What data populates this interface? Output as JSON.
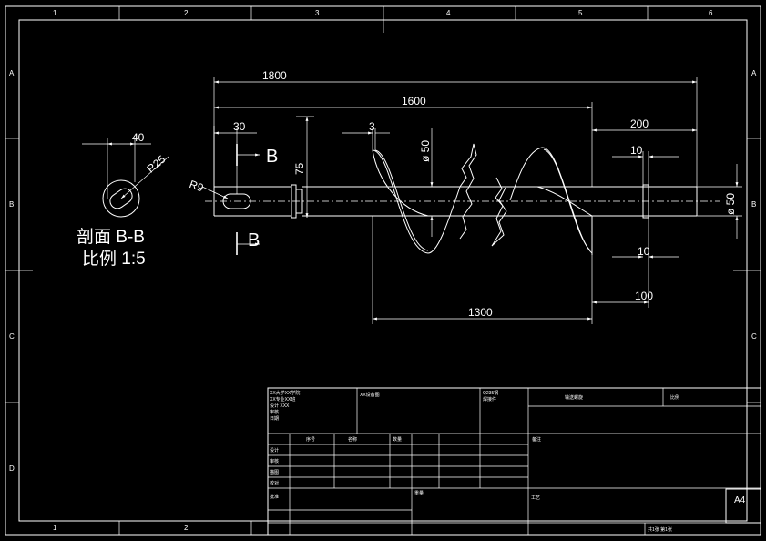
{
  "grid": {
    "top_columns": [
      "1",
      "2",
      "3",
      "4",
      "5",
      "6"
    ],
    "bottom_columns": [
      "1",
      "2"
    ],
    "rows": [
      "A",
      "B",
      "C",
      "D"
    ]
  },
  "dimensions": {
    "overall_length": "1800",
    "main_length": "1600",
    "right_extension": "200",
    "flight_length": "1300",
    "tail_spacing": "100",
    "end_offset": "30",
    "flight_thickness": "3",
    "flight_diameter": "ø 50",
    "shaft_diameter": "ø 50",
    "flange_height": "75",
    "bearing_width_top": "10",
    "bearing_width_bottom": "10",
    "slot_radius": "R9",
    "section_width": "40",
    "section_radius": "R25"
  },
  "section": {
    "marker_top": "B",
    "marker_bottom": "B",
    "title": "剖面 B-B",
    "scale": "比例 1:5"
  },
  "title_block": {
    "org_lines": [
      "XX大学XX学院",
      "XX专业XX班",
      "设计 XXX",
      "审核",
      "日期"
    ],
    "drawing_label": "XX设备图",
    "material_lines": [
      "Q235钢",
      "焊接件"
    ],
    "part_name": "输送螺旋",
    "scale_label": "比例",
    "col_seq": "序号",
    "col_name": "名称",
    "col_qty": "数量",
    "col_remark": "备注",
    "rows": [
      "设计",
      "审核",
      "描图",
      "校对",
      "批准"
    ],
    "weight_label": "重量",
    "designer_label": "工艺",
    "sheet_label": "共1张 第1张",
    "paper_size": "A4"
  }
}
